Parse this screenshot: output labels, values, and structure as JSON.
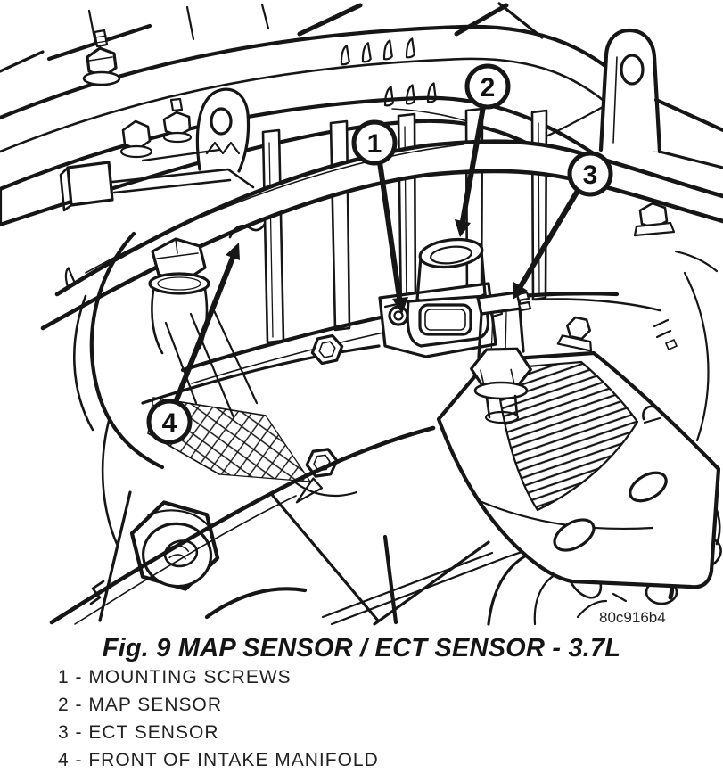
{
  "figure": {
    "caption": "Fig. 9 MAP SENSOR / ECT SENSOR - 3.7L",
    "reference_code": "80c916b4"
  },
  "callouts": [
    {
      "number": "1",
      "label": "MOUNTING SCREWS"
    },
    {
      "number": "2",
      "label": "MAP SENSOR"
    },
    {
      "number": "3",
      "label": "ECT SENSOR"
    },
    {
      "number": "4",
      "label": "FRONT OF INTAKE MANIFOLD"
    }
  ],
  "legend": {
    "items": [
      {
        "number": "1",
        "label": "MOUNTING SCREWS",
        "text": "1 - MOUNTING SCREWS"
      },
      {
        "number": "2",
        "label": "MAP SENSOR",
        "text": "2 - MAP SENSOR"
      },
      {
        "number": "3",
        "label": "ECT SENSOR",
        "text": "3 - ECT SENSOR"
      },
      {
        "number": "4",
        "label": "FRONT OF INTAKE MANIFOLD",
        "text": "4 - FRONT OF INTAKE MANIFOLD"
      }
    ]
  },
  "colors": {
    "line": "#161616",
    "background": "#ffffff",
    "callout_fill": "#ffffff"
  }
}
